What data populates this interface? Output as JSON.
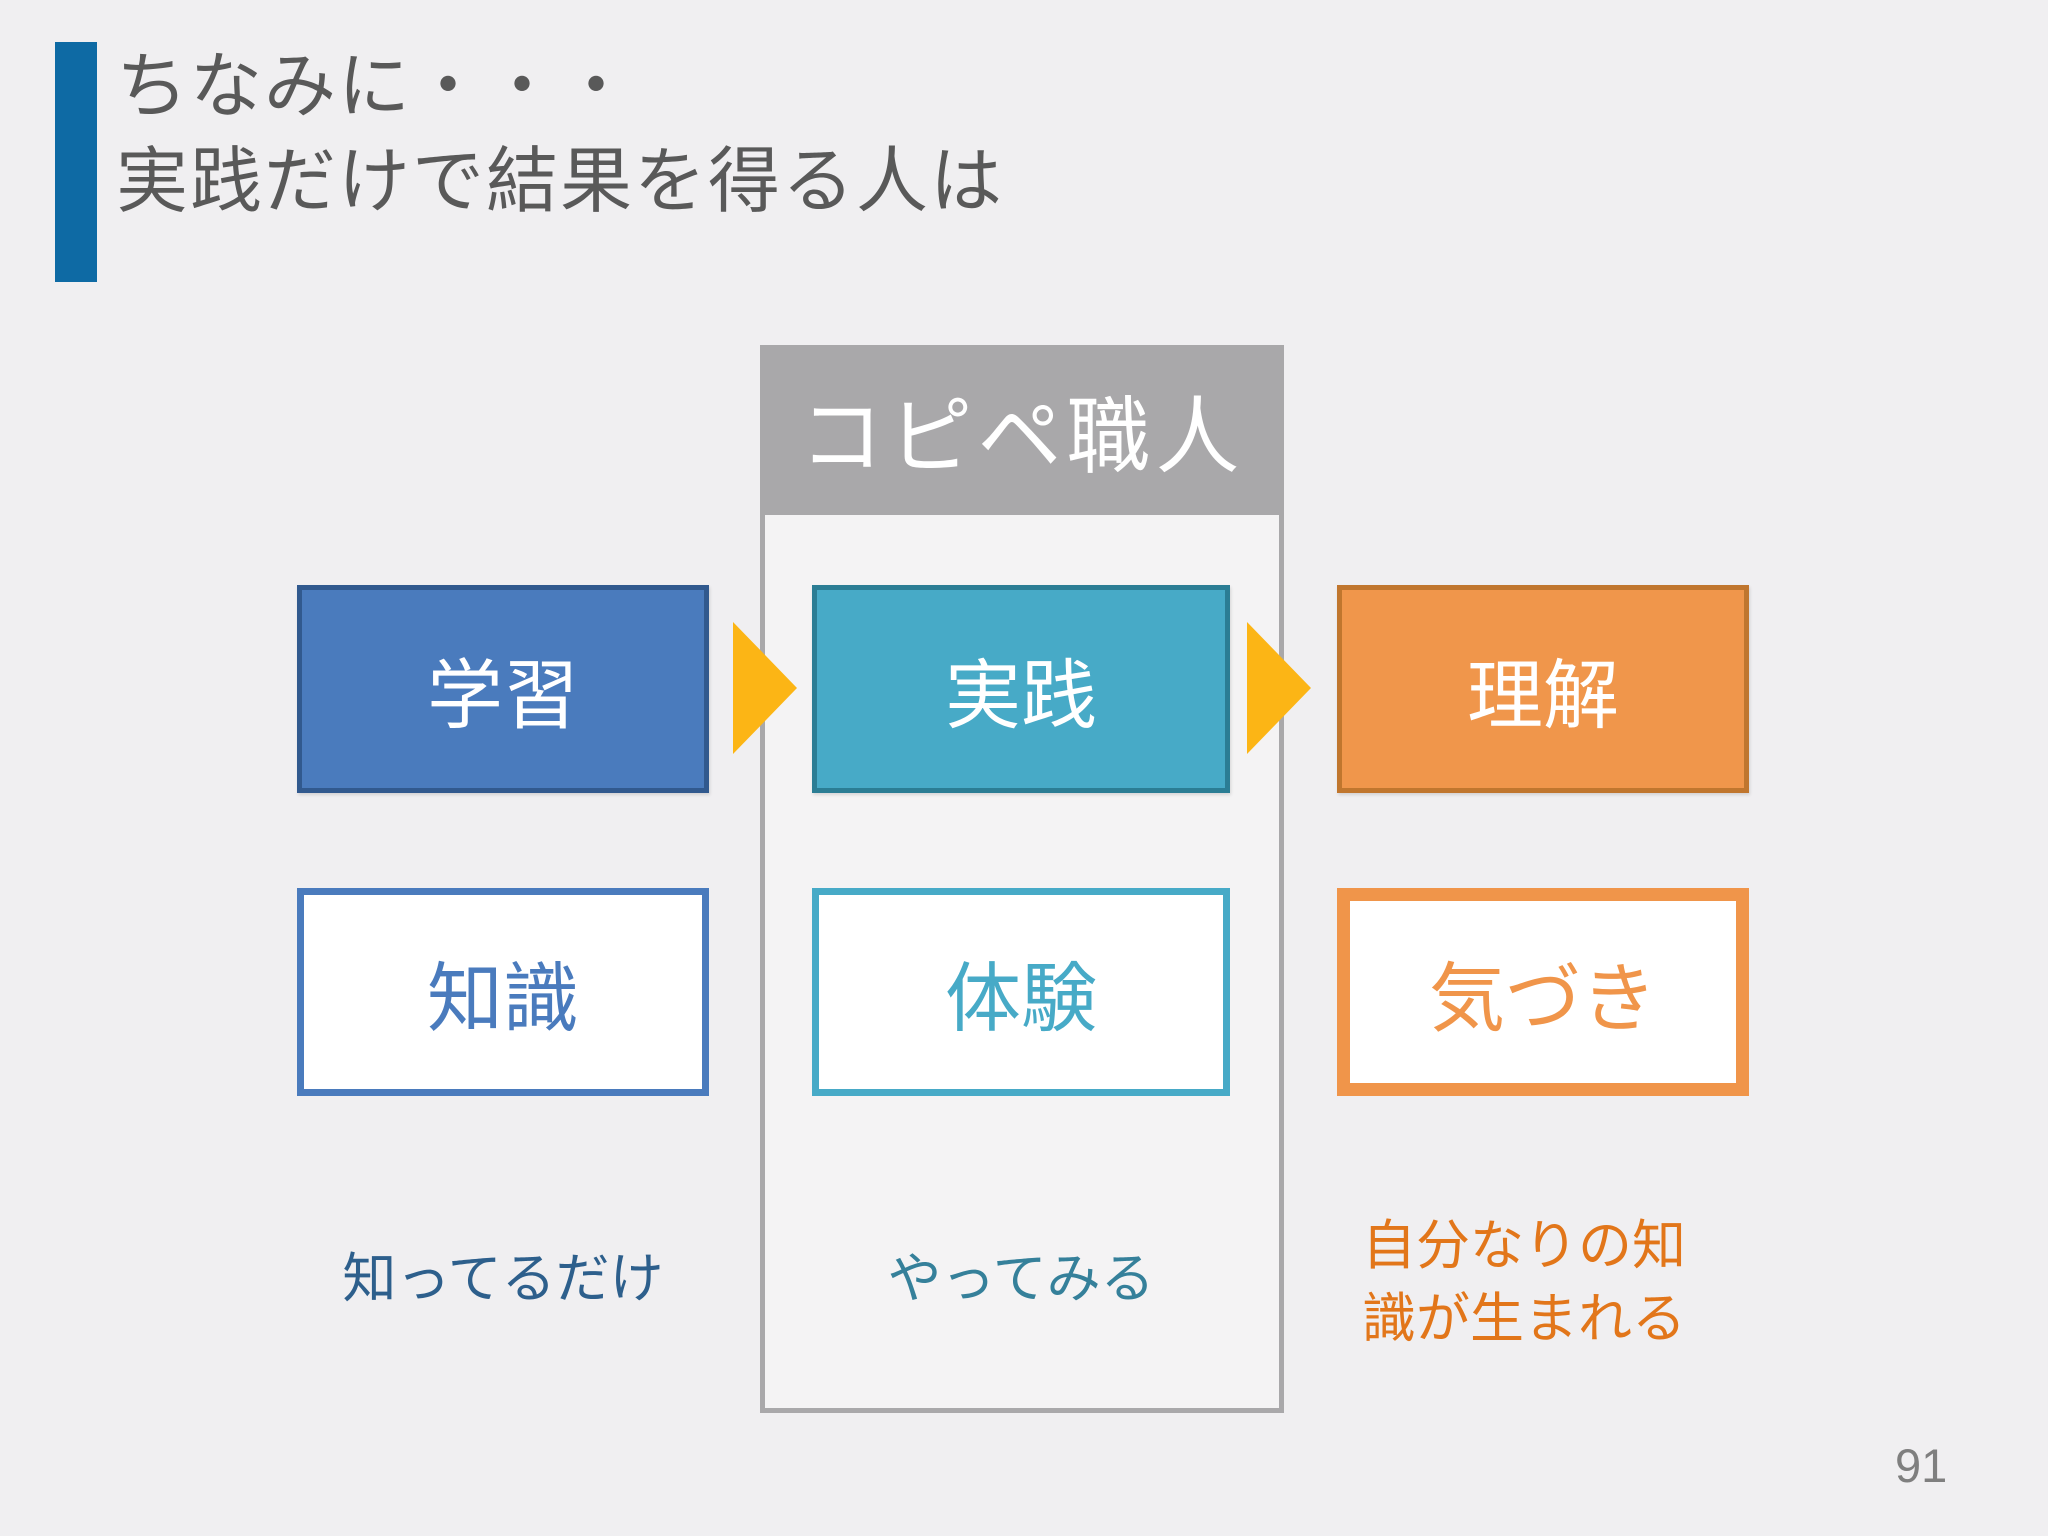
{
  "slide": {
    "page_number": "91",
    "background_color": "#f0eff1"
  },
  "title": {
    "line1": "ちなみに・・・",
    "line2": "実践だけで結果を得る人は",
    "text_color": "#595959",
    "accent_bar_color": "#0e6aa4"
  },
  "diagram": {
    "frame_header": "コピペ職人",
    "frame_border_color": "#a9a8aa",
    "arrow_color": "#fcb515",
    "columns": [
      {
        "id": "learn",
        "step_label": "学習",
        "result_label": "知識",
        "caption": "知ってるだけ",
        "fill_color": "#4a7bbd",
        "border_color": "#31598e",
        "caption_color": "#2d5f8c"
      },
      {
        "id": "practice",
        "step_label": "実践",
        "result_label": "体験",
        "caption": "やってみる",
        "fill_color": "#47aac7",
        "border_color": "#2b7d94",
        "caption_color": "#35809a"
      },
      {
        "id": "understand",
        "step_label": "理解",
        "result_label": "気づき",
        "caption": "自分なりの知識が生まれる",
        "fill_color": "#f0964b",
        "border_color": "#c0762e",
        "caption_color": "#e2761a"
      }
    ]
  }
}
